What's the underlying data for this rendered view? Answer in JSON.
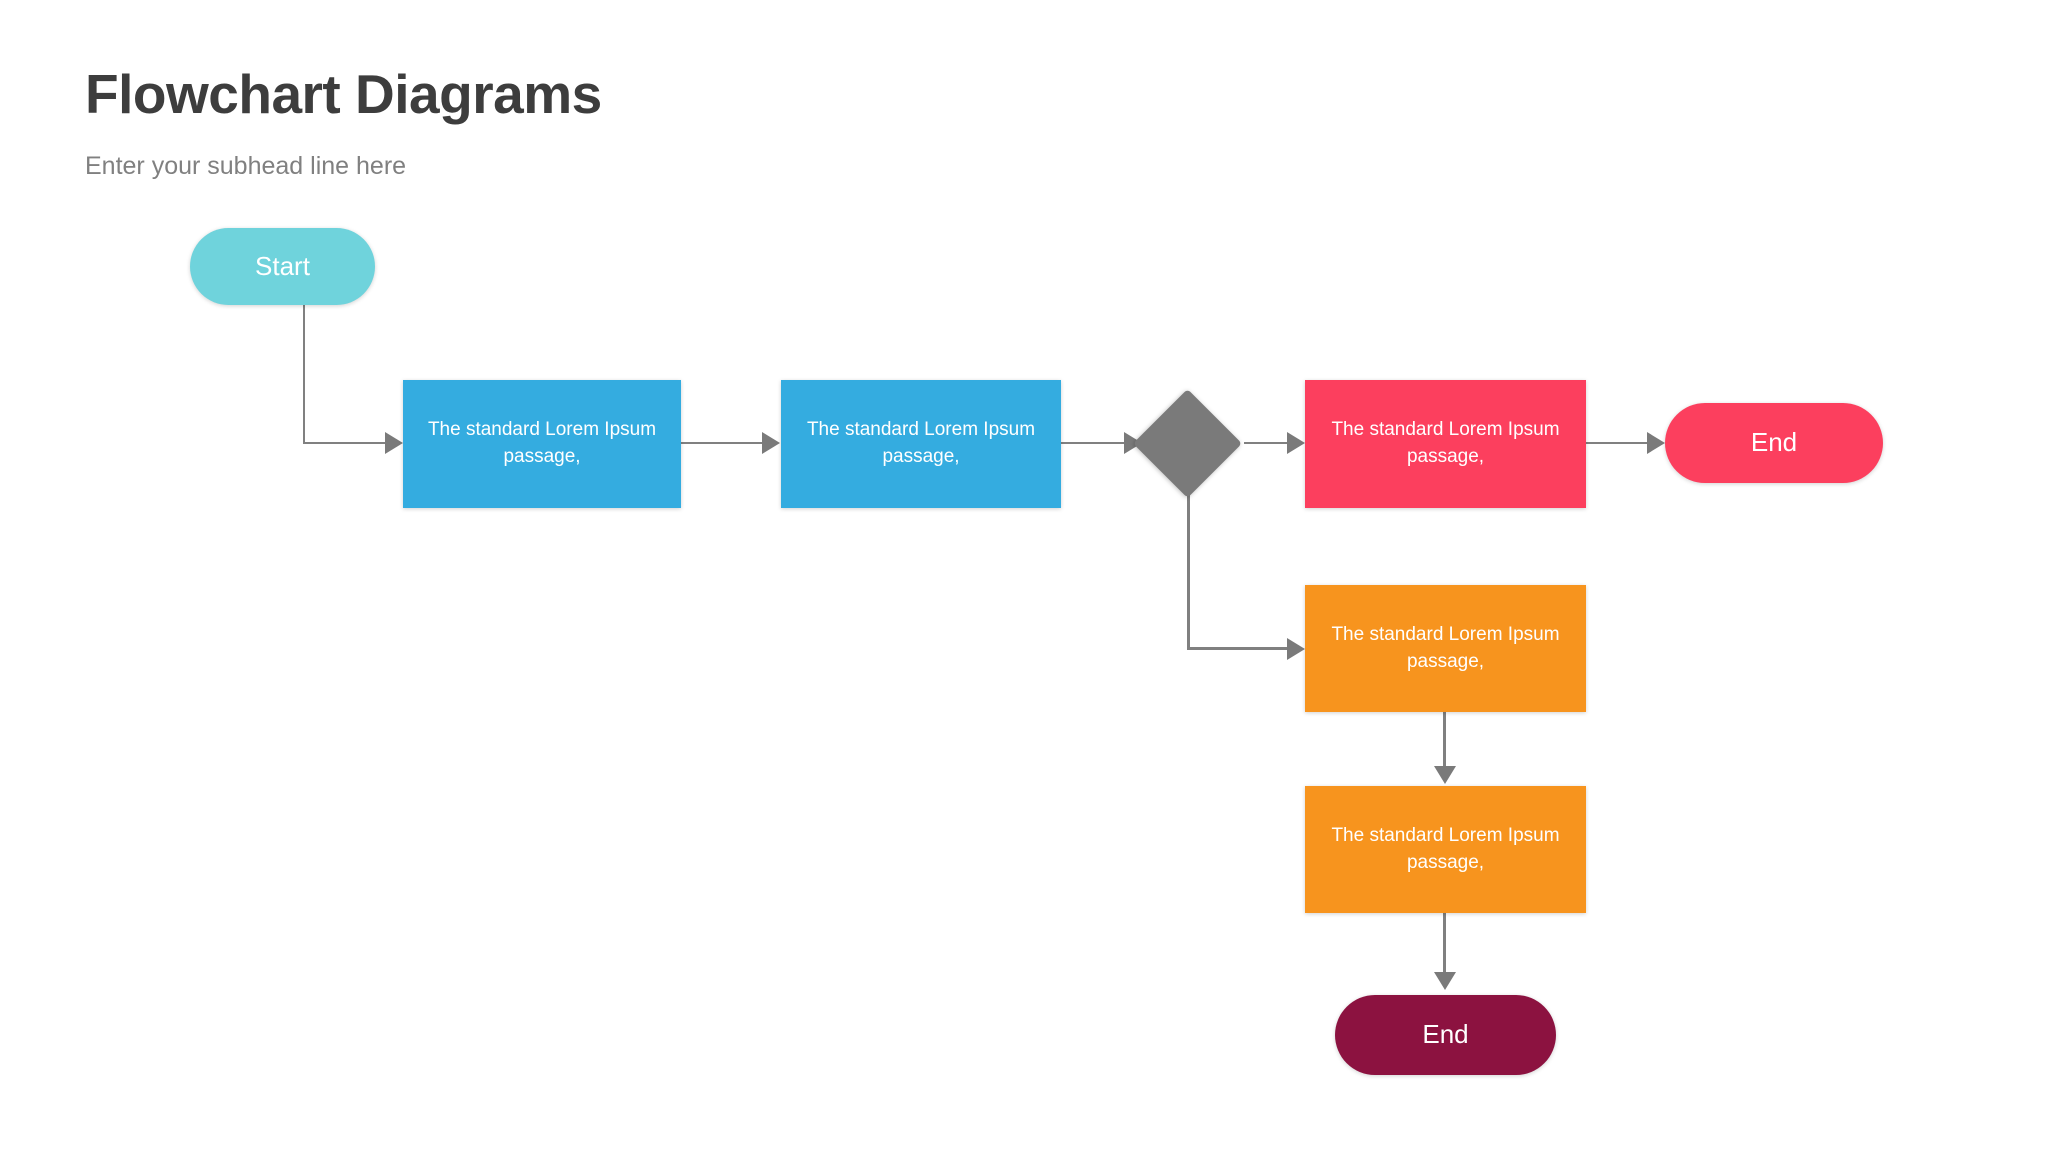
{
  "header": {
    "title": "Flowchart Diagrams",
    "subtitle": "Enter your subhead line here"
  },
  "colors": {
    "title": "#3d3d3d",
    "subtitle": "#808080",
    "start_teal": "#6fd3dc",
    "process_blue": "#34ace0",
    "decision_gray": "#7a7a7a",
    "process_pink": "#fc3f5e",
    "end_pink": "#fc3f5e",
    "process_orange": "#f7941e",
    "end_maroon": "#8c1240",
    "connector": "#808080"
  },
  "chart_data": {
    "type": "diagram",
    "title": "Flowchart Diagrams",
    "nodes": [
      {
        "id": "start",
        "label": "Start",
        "shape": "terminal",
        "color": "#6fd3dc"
      },
      {
        "id": "proc1",
        "label": "The standard Lorem Ipsum passage,",
        "shape": "process",
        "color": "#34ace0"
      },
      {
        "id": "proc2",
        "label": "The standard Lorem Ipsum passage,",
        "shape": "process",
        "color": "#34ace0"
      },
      {
        "id": "decision",
        "label": "",
        "shape": "decision",
        "color": "#7a7a7a"
      },
      {
        "id": "proc3",
        "label": "The standard Lorem Ipsum passage,",
        "shape": "process",
        "color": "#fc3f5e"
      },
      {
        "id": "end1",
        "label": "End",
        "shape": "terminal",
        "color": "#fc3f5e"
      },
      {
        "id": "proc4",
        "label": "The standard Lorem Ipsum passage,",
        "shape": "process",
        "color": "#f7941e"
      },
      {
        "id": "proc5",
        "label": "The standard Lorem Ipsum passage,",
        "shape": "process",
        "color": "#f7941e"
      },
      {
        "id": "end2",
        "label": "End",
        "shape": "terminal",
        "color": "#8c1240"
      }
    ],
    "edges": [
      {
        "from": "start",
        "to": "proc1",
        "label": ""
      },
      {
        "from": "proc1",
        "to": "proc2",
        "label": ""
      },
      {
        "from": "proc2",
        "to": "decision",
        "label": ""
      },
      {
        "from": "decision",
        "to": "proc3",
        "label": ""
      },
      {
        "from": "proc3",
        "to": "end1",
        "label": ""
      },
      {
        "from": "decision",
        "to": "proc4",
        "label": ""
      },
      {
        "from": "proc4",
        "to": "proc5",
        "label": ""
      },
      {
        "from": "proc5",
        "to": "end2",
        "label": ""
      }
    ]
  },
  "nodes": {
    "start": {
      "label": "Start"
    },
    "proc1": {
      "label": "The standard Lorem Ipsum passage,"
    },
    "proc2": {
      "label": "The standard Lorem Ipsum passage,"
    },
    "proc3": {
      "label": "The standard Lorem Ipsum passage,"
    },
    "end1": {
      "label": "End"
    },
    "proc4": {
      "label": "The standard Lorem Ipsum passage,"
    },
    "proc5": {
      "label": "The standard Lorem Ipsum passage,"
    },
    "end2": {
      "label": "End"
    }
  }
}
